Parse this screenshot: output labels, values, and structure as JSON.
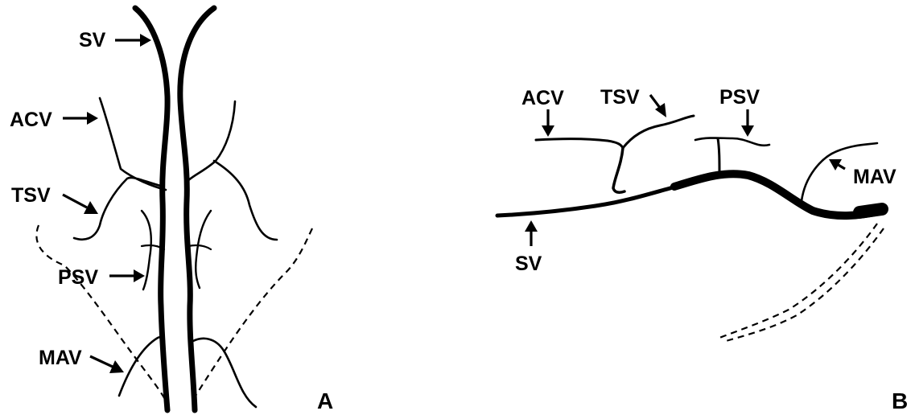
{
  "panels": [
    {
      "id": "A",
      "label": "A",
      "labels": {
        "sv": "SV",
        "acv": "ACV",
        "tsv": "TSV",
        "psv": "PSV",
        "mav": "MAV"
      }
    },
    {
      "id": "B",
      "label": "B",
      "labels": {
        "acv": "ACV",
        "tsv": "TSV",
        "psv": "PSV",
        "mav": "MAV",
        "sv": "SV"
      }
    }
  ],
  "colors": {
    "ink": "#000000",
    "background": "#ffffff"
  }
}
